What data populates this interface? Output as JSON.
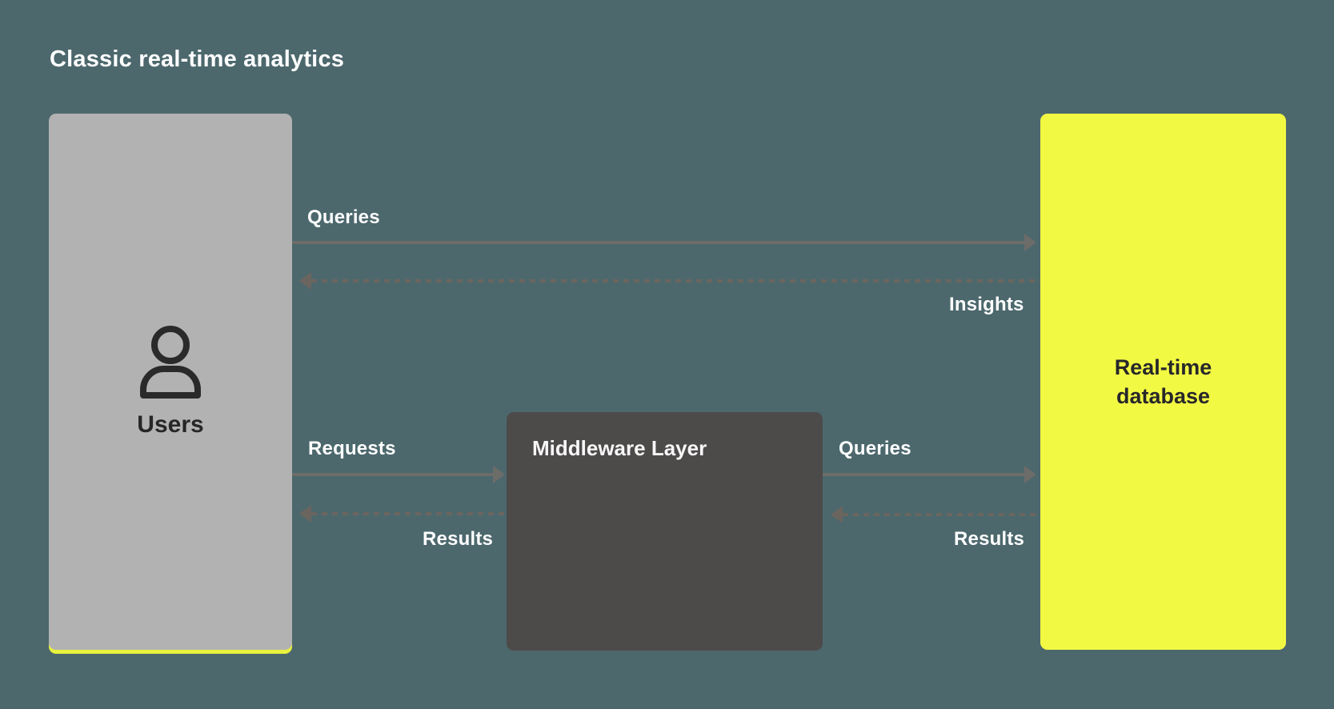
{
  "title": "Classic real-time analytics",
  "nodes": {
    "users": {
      "label": "Users",
      "icon": "person-icon"
    },
    "middleware": {
      "label": "Middleware Layer"
    },
    "database": {
      "label": "Real-time\ndatabase"
    }
  },
  "edges": {
    "queries_top": {
      "label": "Queries",
      "style": "solid",
      "from": "users",
      "to": "database"
    },
    "insights": {
      "label": "Insights",
      "style": "dashed",
      "from": "database",
      "to": "users"
    },
    "requests": {
      "label": "Requests",
      "style": "solid",
      "from": "users",
      "to": "middleware"
    },
    "results_left": {
      "label": "Results",
      "style": "dashed",
      "from": "middleware",
      "to": "users"
    },
    "queries_right": {
      "label": "Queries",
      "style": "solid",
      "from": "middleware",
      "to": "database"
    },
    "results_right": {
      "label": "Results",
      "style": "dashed",
      "from": "database",
      "to": "middleware"
    }
  },
  "colors": {
    "background": "#4c686d",
    "users-box": "#b2b2b2",
    "middleware-box": "#4d4a4a",
    "database-box": "#f2f943",
    "accent-underline": "#e9f23c",
    "solid-arrow": "#6c6c69",
    "dashed-arrow": "#6b655f",
    "title-text": "#ffffff",
    "dark-text": "#27272a"
  }
}
